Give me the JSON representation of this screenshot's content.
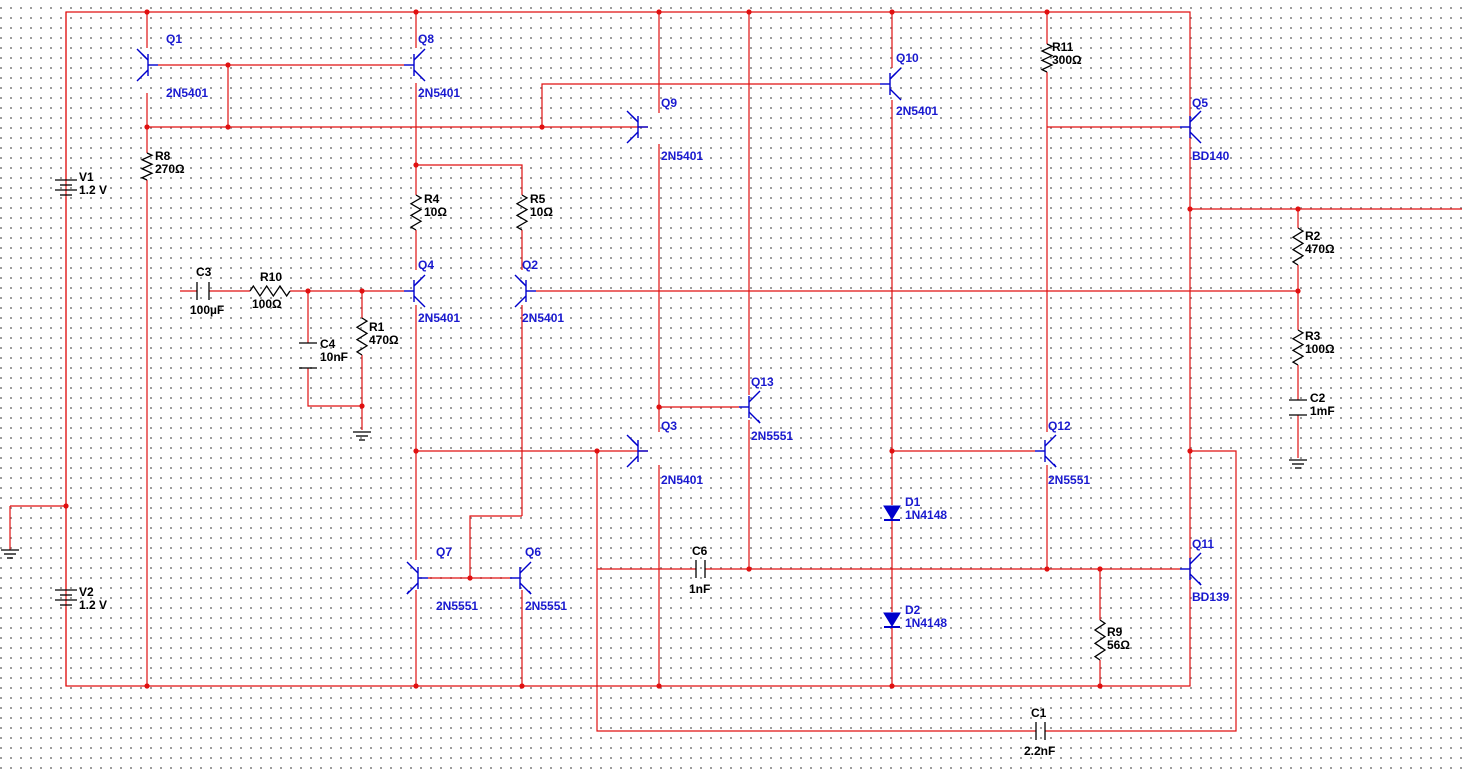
{
  "colors": {
    "wire": "#e01010",
    "component": "#000000",
    "semiconductor": "#0000cc",
    "label_black": "#000000",
    "label_blue": "#1a1ad0"
  },
  "transistors": [
    {
      "id": "Q1",
      "ref": "Q1",
      "model": "2N5401",
      "type": "pnp"
    },
    {
      "id": "Q8",
      "ref": "Q8",
      "model": "2N5401",
      "type": "pnp"
    },
    {
      "id": "Q10",
      "ref": "Q10",
      "model": "2N5401",
      "type": "pnp"
    },
    {
      "id": "Q9",
      "ref": "Q9",
      "model": "2N5401",
      "type": "pnp"
    },
    {
      "id": "Q5",
      "ref": "Q5",
      "model": "BD140",
      "type": "pnp"
    },
    {
      "id": "Q4",
      "ref": "Q4",
      "model": "2N5401",
      "type": "pnp"
    },
    {
      "id": "Q2",
      "ref": "Q2",
      "model": "2N5401",
      "type": "pnp"
    },
    {
      "id": "Q13",
      "ref": "Q13",
      "model": "2N5551",
      "type": "npn"
    },
    {
      "id": "Q3",
      "ref": "Q3",
      "model": "2N5401",
      "type": "pnp"
    },
    {
      "id": "Q12",
      "ref": "Q12",
      "model": "2N5551",
      "type": "npn"
    },
    {
      "id": "Q7",
      "ref": "Q7",
      "model": "2N5551",
      "type": "npn"
    },
    {
      "id": "Q6",
      "ref": "Q6",
      "model": "2N5551",
      "type": "npn"
    },
    {
      "id": "Q11",
      "ref": "Q11",
      "model": "BD139",
      "type": "npn"
    }
  ],
  "resistors": [
    {
      "id": "R11",
      "ref": "R11",
      "value": "300Ω"
    },
    {
      "id": "R8",
      "ref": "R8",
      "value": "270Ω"
    },
    {
      "id": "R4",
      "ref": "R4",
      "value": "10Ω"
    },
    {
      "id": "R5",
      "ref": "R5",
      "value": "10Ω"
    },
    {
      "id": "R2",
      "ref": "R2",
      "value": "470Ω"
    },
    {
      "id": "R10",
      "ref": "R10",
      "value": "100Ω"
    },
    {
      "id": "R1",
      "ref": "R1",
      "value": "470Ω"
    },
    {
      "id": "R3",
      "ref": "R3",
      "value": "100Ω"
    },
    {
      "id": "R9",
      "ref": "R9",
      "value": "56Ω"
    }
  ],
  "capacitors": [
    {
      "id": "C3",
      "ref": "C3",
      "value": "100µF"
    },
    {
      "id": "C4",
      "ref": "C4",
      "value": "10nF"
    },
    {
      "id": "C2",
      "ref": "C2",
      "value": "1mF"
    },
    {
      "id": "C6",
      "ref": "C6",
      "value": "1nF"
    },
    {
      "id": "C1",
      "ref": "C1",
      "value": "2.2nF"
    }
  ],
  "diodes": [
    {
      "id": "D1",
      "ref": "D1",
      "model": "1N4148"
    },
    {
      "id": "D2",
      "ref": "D2",
      "model": "1N4148"
    }
  ],
  "batteries": [
    {
      "id": "V1",
      "ref": "V1",
      "value": "1.2 V"
    },
    {
      "id": "V2",
      "ref": "V2",
      "value": "1.2 V"
    }
  ],
  "grounds": 3
}
